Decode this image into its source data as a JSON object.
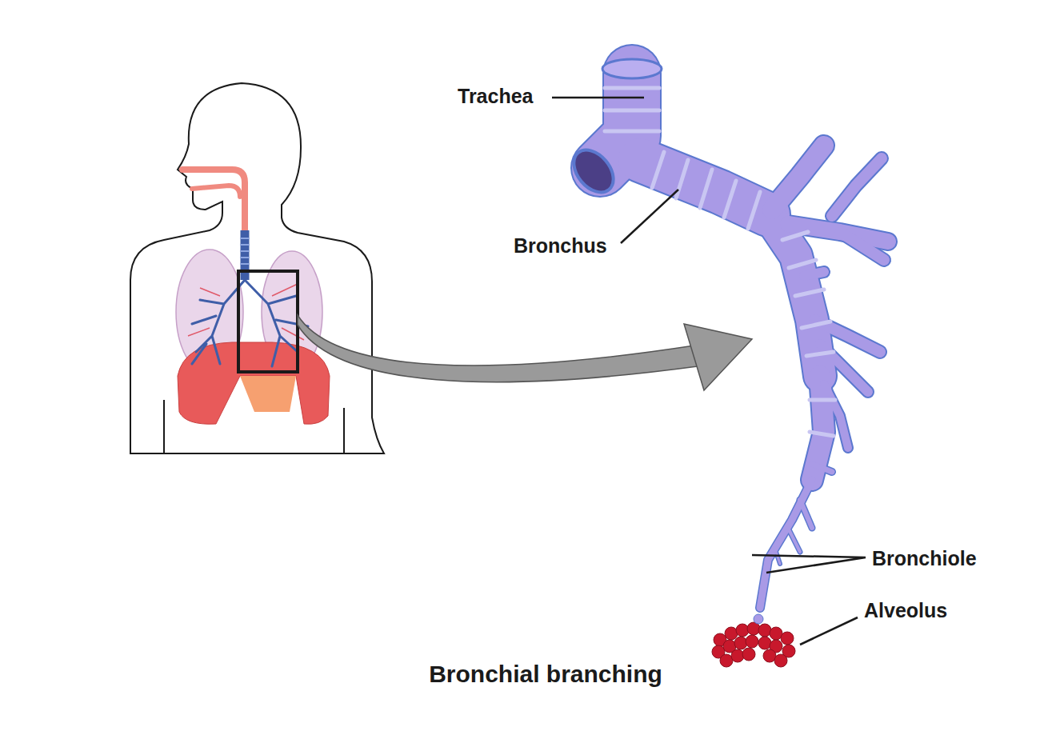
{
  "diagram": {
    "caption": "Bronchial branching",
    "labels": [
      "Trachea",
      "Bronchus",
      "Bronchiole",
      "Alveolus"
    ]
  }
}
